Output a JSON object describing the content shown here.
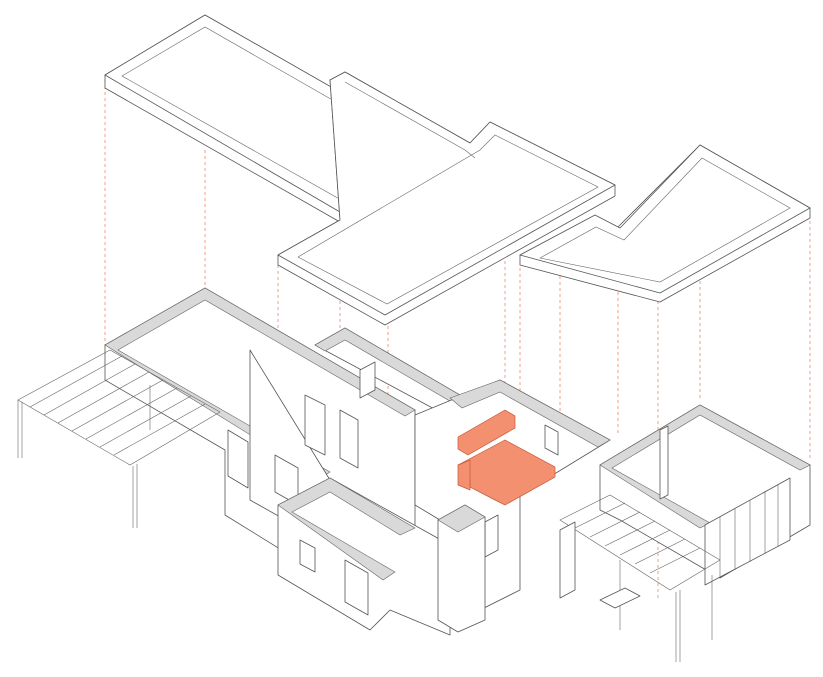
{
  "colors": {
    "line": "#555555",
    "wall_top": "#d9d9d9",
    "accent": "#f3906f",
    "guide": "#ef8a6a",
    "background": "#ffffff"
  },
  "diagram": {
    "type": "exploded-axonometric-house",
    "components": [
      "roof-slab-west",
      "roof-slab-center",
      "roof-slab-east",
      "ground-floor-walls",
      "kitchen",
      "pergola-west",
      "pergola-east"
    ]
  }
}
